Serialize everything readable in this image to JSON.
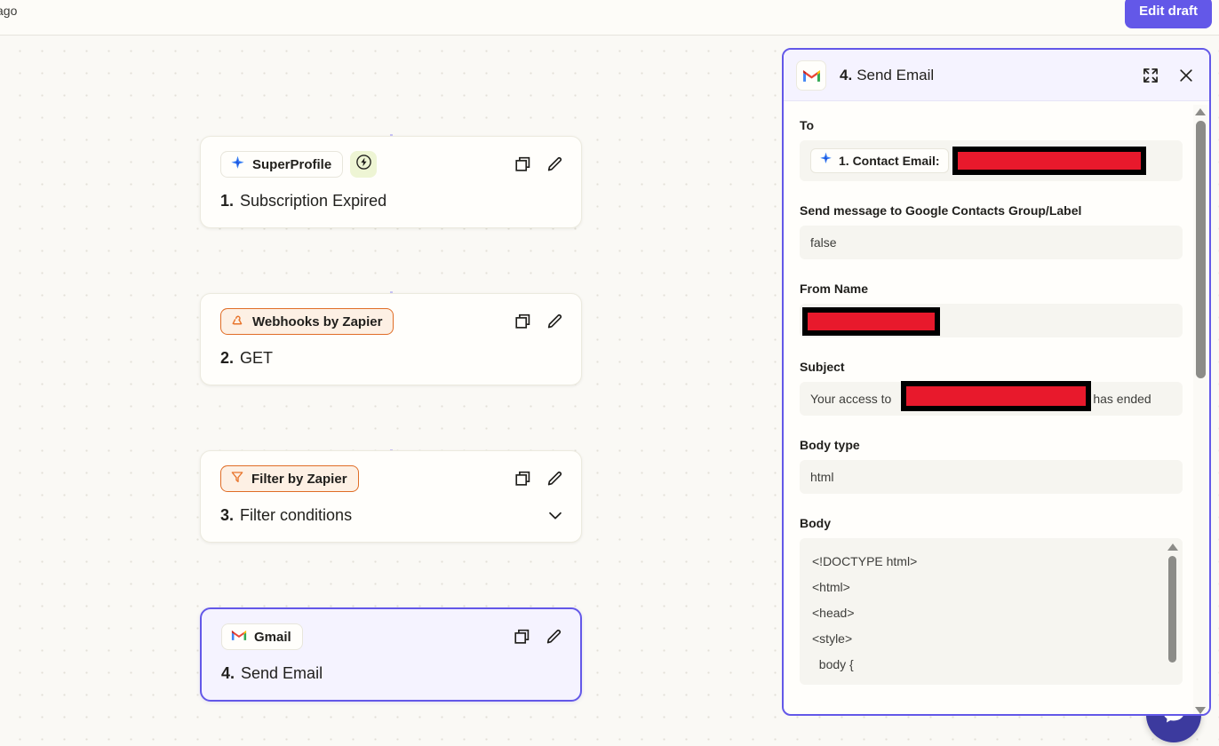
{
  "topbar": {
    "left_text": "ago",
    "edit_draft_label": "Edit draft",
    "accent_color": "#6358e8"
  },
  "canvas": {
    "nodes": [
      {
        "app": "SuperProfile",
        "app_icon": "superprofile-sparkle-icon",
        "chip_style": "plain",
        "has_trigger_badge": true,
        "trigger_icon": "lightning-bolt-circle-icon",
        "step_number": "1.",
        "title": "Subscription Expired",
        "actions": [
          "copy-icon",
          "edit-pencil-icon"
        ],
        "selected": false,
        "has_chevron": false
      },
      {
        "app": "Webhooks by Zapier",
        "app_icon": "webhook-icon",
        "chip_style": "orange",
        "has_trigger_badge": false,
        "step_number": "2.",
        "title": "GET",
        "actions": [
          "copy-icon",
          "edit-pencil-icon"
        ],
        "selected": false,
        "has_chevron": false
      },
      {
        "app": "Filter by Zapier",
        "app_icon": "filter-funnel-icon",
        "chip_style": "orange",
        "has_trigger_badge": false,
        "step_number": "3.",
        "title": "Filter conditions",
        "actions": [
          "copy-icon",
          "edit-pencil-icon"
        ],
        "selected": false,
        "has_chevron": true
      },
      {
        "app": "Gmail",
        "app_icon": "gmail-icon",
        "chip_style": "plain",
        "has_trigger_badge": false,
        "step_number": "4.",
        "title": "Send Email",
        "actions": [
          "copy-icon",
          "edit-pencil-icon"
        ],
        "selected": true,
        "has_chevron": false
      }
    ]
  },
  "panel": {
    "app_icon": "gmail-icon",
    "step_number": "4.",
    "title": "Send Email",
    "expand_icon": "expand-fullscreen-icon",
    "close_icon": "close-x-icon",
    "border_color": "#6358e8",
    "fields": [
      {
        "label": "To",
        "type": "token",
        "token_icon": "superprofile-sparkle-icon",
        "token_text": "1. Contact Email:",
        "redacted": true
      },
      {
        "label": "Send message to Google Contacts Group/Label",
        "type": "text",
        "value": "false",
        "redacted": false
      },
      {
        "label": "From Name",
        "type": "text",
        "value": "",
        "redacted": true
      },
      {
        "label": "Subject",
        "type": "text",
        "value_before": "Your access to",
        "value_after": "has ended",
        "redacted": true
      },
      {
        "label": "Body type",
        "type": "text",
        "value": "html",
        "redacted": false
      },
      {
        "label": "Body",
        "type": "code",
        "lines": [
          "<!DOCTYPE html>",
          "<html>",
          "<head>",
          "<style>",
          "  body {"
        ]
      }
    ]
  },
  "chat": {
    "icon": "chat-bubble-icon",
    "color": "#3c3a9e"
  }
}
